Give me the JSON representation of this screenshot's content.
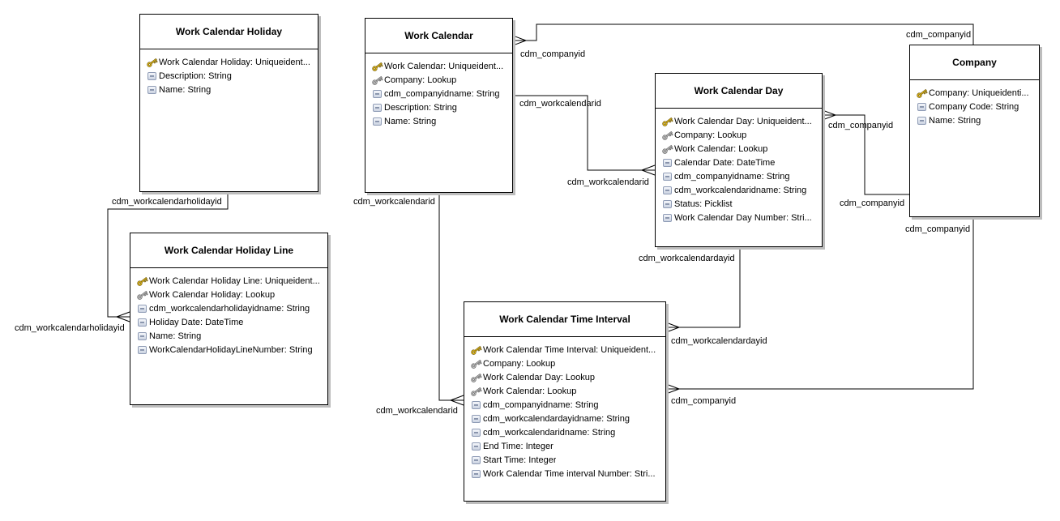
{
  "diagram": {
    "kind": "entity-relationship",
    "background_color": "#ffffff",
    "line_color": "#000000",
    "box_fill": "#ffffff",
    "box_border": "#000000",
    "shadow_color": "#bdbdbd",
    "primary_key_color": "#f2c618",
    "foreign_key_color": "#c9c9c9"
  },
  "entities": [
    {
      "id": "work-calendar-holiday",
      "title": "Work Calendar Holiday",
      "fields": [
        {
          "label": "Work Calendar Holiday: Uniqueident...",
          "icon": "primary-key"
        },
        {
          "label": "Description: String",
          "icon": "attribute"
        },
        {
          "label": "Name: String",
          "icon": "attribute"
        }
      ]
    },
    {
      "id": "work-calendar",
      "title": "Work Calendar",
      "fields": [
        {
          "label": "Work Calendar: Uniqueident...",
          "icon": "primary-key"
        },
        {
          "label": "Company: Lookup",
          "icon": "foreign-key"
        },
        {
          "label": "cdm_companyidname: String",
          "icon": "attribute"
        },
        {
          "label": "Description: String",
          "icon": "attribute"
        },
        {
          "label": "Name: String",
          "icon": "attribute"
        }
      ]
    },
    {
      "id": "work-calendar-day",
      "title": "Work Calendar Day",
      "fields": [
        {
          "label": "Work Calendar Day: Uniqueident...",
          "icon": "primary-key"
        },
        {
          "label": "Company: Lookup",
          "icon": "foreign-key"
        },
        {
          "label": "Work Calendar: Lookup",
          "icon": "foreign-key"
        },
        {
          "label": "Calendar Date: DateTime",
          "icon": "attribute"
        },
        {
          "label": "cdm_companyidname: String",
          "icon": "attribute"
        },
        {
          "label": "cdm_workcalendaridname: String",
          "icon": "attribute"
        },
        {
          "label": "Status: Picklist",
          "icon": "attribute"
        },
        {
          "label": "Work Calendar Day Number: Stri...",
          "icon": "attribute"
        }
      ]
    },
    {
      "id": "company",
      "title": "Company",
      "fields": [
        {
          "label": "Company: Uniqueidenti...",
          "icon": "primary-key"
        },
        {
          "label": "Company Code: String",
          "icon": "attribute"
        },
        {
          "label": "Name: String",
          "icon": "attribute"
        }
      ]
    },
    {
      "id": "work-calendar-holiday-line",
      "title": "Work Calendar Holiday Line",
      "fields": [
        {
          "label": "Work Calendar Holiday Line: Uniqueident...",
          "icon": "primary-key"
        },
        {
          "label": "Work Calendar Holiday: Lookup",
          "icon": "foreign-key"
        },
        {
          "label": "cdm_workcalendarholidayidname: String",
          "icon": "attribute"
        },
        {
          "label": "Holiday Date: DateTime",
          "icon": "attribute"
        },
        {
          "label": "Name: String",
          "icon": "attribute"
        },
        {
          "label": "WorkCalendarHolidayLineNumber: String",
          "icon": "attribute"
        }
      ]
    },
    {
      "id": "work-calendar-time-interval",
      "title": "Work Calendar Time Interval",
      "fields": [
        {
          "label": "Work Calendar Time Interval: Uniqueident...",
          "icon": "primary-key"
        },
        {
          "label": "Company: Lookup",
          "icon": "foreign-key"
        },
        {
          "label": "Work Calendar Day: Lookup",
          "icon": "foreign-key"
        },
        {
          "label": "Work Calendar: Lookup",
          "icon": "foreign-key"
        },
        {
          "label": "cdm_companyidname: String",
          "icon": "attribute"
        },
        {
          "label": "cdm_workcalendardayidname: String",
          "icon": "attribute"
        },
        {
          "label": "cdm_workcalendaridname: String",
          "icon": "attribute"
        },
        {
          "label": "End Time: Integer",
          "icon": "attribute"
        },
        {
          "label": "Start Time: Integer",
          "icon": "attribute"
        },
        {
          "label": "Work Calendar Time interval Number: Stri...",
          "icon": "attribute"
        }
      ]
    }
  ],
  "connectors": [
    {
      "from": "Work Calendar",
      "to": "Company",
      "from_label": "cdm_companyid",
      "to_label": "cdm_companyid"
    },
    {
      "from": "Work Calendar Day",
      "to": "Work Calendar",
      "from_label": "cdm_workcalendarid",
      "to_label": "cdm_workcalendarid"
    },
    {
      "from": "Work Calendar Day",
      "to": "Company",
      "from_label": "cdm_companyid",
      "to_label": "cdm_companyid"
    },
    {
      "from": "Work Calendar Holiday Line",
      "to": "Work Calendar Holiday",
      "from_label": "cdm_workcalendarholidayid",
      "to_label": "cdm_workcalendarholidayid"
    },
    {
      "from": "Work Calendar Time Interval",
      "to": "Work Calendar",
      "from_label": "cdm_workcalendarid",
      "to_label": "cdm_workcalendarid"
    },
    {
      "from": "Work Calendar Time Interval",
      "to": "Work Calendar Day",
      "from_label": "cdm_workcalendardayid",
      "to_label": "cdm_workcalendardayid"
    },
    {
      "from": "Work Calendar Time Interval",
      "to": "Company",
      "from_label": "cdm_companyid",
      "to_label": "cdm_companyid"
    }
  ]
}
